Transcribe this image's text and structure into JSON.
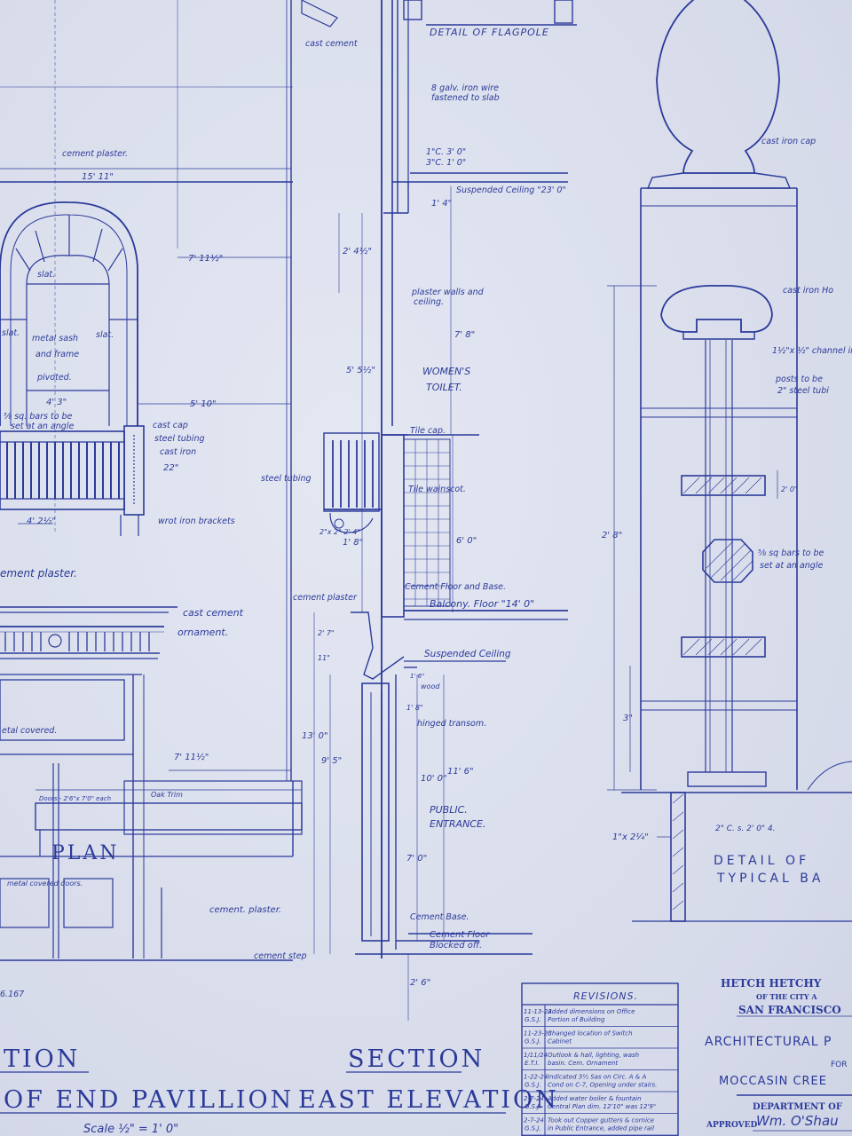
{
  "elevation": {
    "notes": {
      "cement_plaster_top": "cement plaster.",
      "width_total": "15' 11\"",
      "width_right": "7' 11½\"",
      "slat_top": "slat.",
      "slat_left": "slat.",
      "slat_right": "slat.",
      "metal_sash": "metal sash",
      "and_frame": "and frame",
      "pivoted": "pivoted.",
      "width_sash": "4' 3\"",
      "width_5_10": "5' 10\"",
      "sq_bars_1": "⅝ sq. bars to be",
      "sq_bars_2": "set at an angle",
      "cast_cap": "cast cap",
      "steel_tubing": "steel tubing",
      "cast_iron": "cast iron",
      "dim_22": "22\"",
      "dim_4_2": "4' 2½\"",
      "wrot_iron": "wrot iron brackets",
      "cement_plaster_mid": "ement  plaster.",
      "cast_cement": "cast  cement",
      "ornament": "ornament.",
      "metal_covered": "etal covered.",
      "dim_7_11": "7' 11½\"",
      "doors": "Doors - 2'6\"x 7'0\" each",
      "oak_trim": "Oak Trim",
      "plan": "PLAN",
      "metal_doors": "metal covered doors.",
      "cement_plaster_low": "cement.  plaster.",
      "cement_step": "cement  step",
      "drawing_no": "6.167"
    },
    "title": "TION",
    "subtitle": "OF  END  PAVILLION",
    "scale": "Scale ½\" = 1' 0\""
  },
  "section": {
    "notes": {
      "cast_cement": "cast cement",
      "detail_flagpole": "DETAIL OF FLAGPOLE",
      "galv_wire_1": "8 galv. iron wire",
      "galv_wire_2": "fastened to slab",
      "c_3_0": "1\"C. 3' 0\"",
      "c_1_0": "3\"C. 1' 0\"",
      "suspended_ceiling_top": "Suspended Ceiling \"23' 0\"",
      "dim_1_4": "1' 4\"",
      "dim_2_4": "2' 4½\"",
      "plaster_walls": "plaster walls and",
      "ceiling": "ceiling.",
      "dim_7_8": "7' 8\"",
      "dim_5_5": "5' 5½\"",
      "womens": "WOMEN'S",
      "toilet": "TOILET.",
      "tile_cap": "Tile cap.",
      "tile_wainscot": "Tile wainscot.",
      "steel_tubing": "steel tubing",
      "dim_2_2_4": "2\"x 2\"  2' 4\"",
      "dim_1_8": "1' 8\"",
      "dim_6_0": "6' 0\"",
      "cement_floor_base": "Cement Floor and Base.",
      "balcony_floor": "Balcony. Floor \"14' 0\"",
      "cement_plaster": "cement plaster",
      "suspended_ceiling": "Suspended Ceiling",
      "dim_2_7": "2' 7\"",
      "dim_11": "11\"",
      "dim_1_6": "1' 6\"",
      "wood": "wood",
      "dim_1_8b": "1' 8\"",
      "hinged_transom": "hinged transom.",
      "dim_13_0": "13' 0\"",
      "dim_9_5": "9' 5\"",
      "dim_10_0": "10' 0\"",
      "dim_11_6": "11' 6\"",
      "public": "PUBLIC.",
      "entrance": "ENTRANCE.",
      "dim_7_0": "7' 0\"",
      "cement_base": "Cement Base.",
      "cement_floor": "Cement Floor",
      "blocked_off": "Blocked off.",
      "dim_2_6": "2' 6\""
    },
    "title": "SECTION",
    "subtitle": "EAST ELEVATION"
  },
  "detail": {
    "notes": {
      "cast_iron_cap": "cast iron cap",
      "cast_iron_ho": "cast iron Ho",
      "channel_iron": "1½\"x ½\" channel ir",
      "posts_1": "posts to be",
      "posts_2": "2\" steel tubi",
      "dim_2_8": "2' 8\"",
      "dim_2_0": "2' 0\"",
      "sq_bars_1": "⅝ sq bars to be",
      "sq_bars_2": "set at an angle",
      "dim_3": "3\"",
      "dim_1_2": "1\"x 2¼\"",
      "cs": "2\" C. s.  2' 0\" 4.",
      "title_1": "DETAIL  OF",
      "title_2": "TYPICAL  BA"
    }
  },
  "revisions": {
    "header": "REVISIONS.",
    "rows": [
      {
        "date": "11-13-23",
        "by": "G.S.J.",
        "text": "Added dimensions on Office Portion of Building"
      },
      {
        "date": "11-23-23",
        "by": "G.S.J.",
        "text": "Changed location of Switch Cabinet"
      },
      {
        "date": "1/11/24",
        "by": "E.T.I.",
        "text": "Outlook & hall, lighting, wash basin. Cem. Ornament"
      },
      {
        "date": "1-22-24",
        "by": "G.S.J.",
        "text": "Indicated 3½ Sas on Circ. A & A Cond on C-7, Opening under stairs."
      },
      {
        "date": "2-7-24",
        "by": "G.S.J.",
        "text": "Added water boiler & fountain Central Plan dim. 12'10\" was 12'9\""
      },
      {
        "date": "2-7-24",
        "by": "G.S.J.",
        "text": "Took out Copper gutters & cornice in Public Entrance, added pipe rail"
      }
    ]
  },
  "title_block": {
    "org_1": "HETCH  HETCHY",
    "org_2": "OF THE CITY A",
    "org_3": "SAN FRANCISCO",
    "subject_1": "ARCHITECTURAL  P",
    "subject_2": "FOR",
    "subject_3": "MOCCASIN  CREE",
    "dept": "DEPARTMENT  OF",
    "approved": "APPROVED",
    "signature": "Wm. O'Shau"
  }
}
